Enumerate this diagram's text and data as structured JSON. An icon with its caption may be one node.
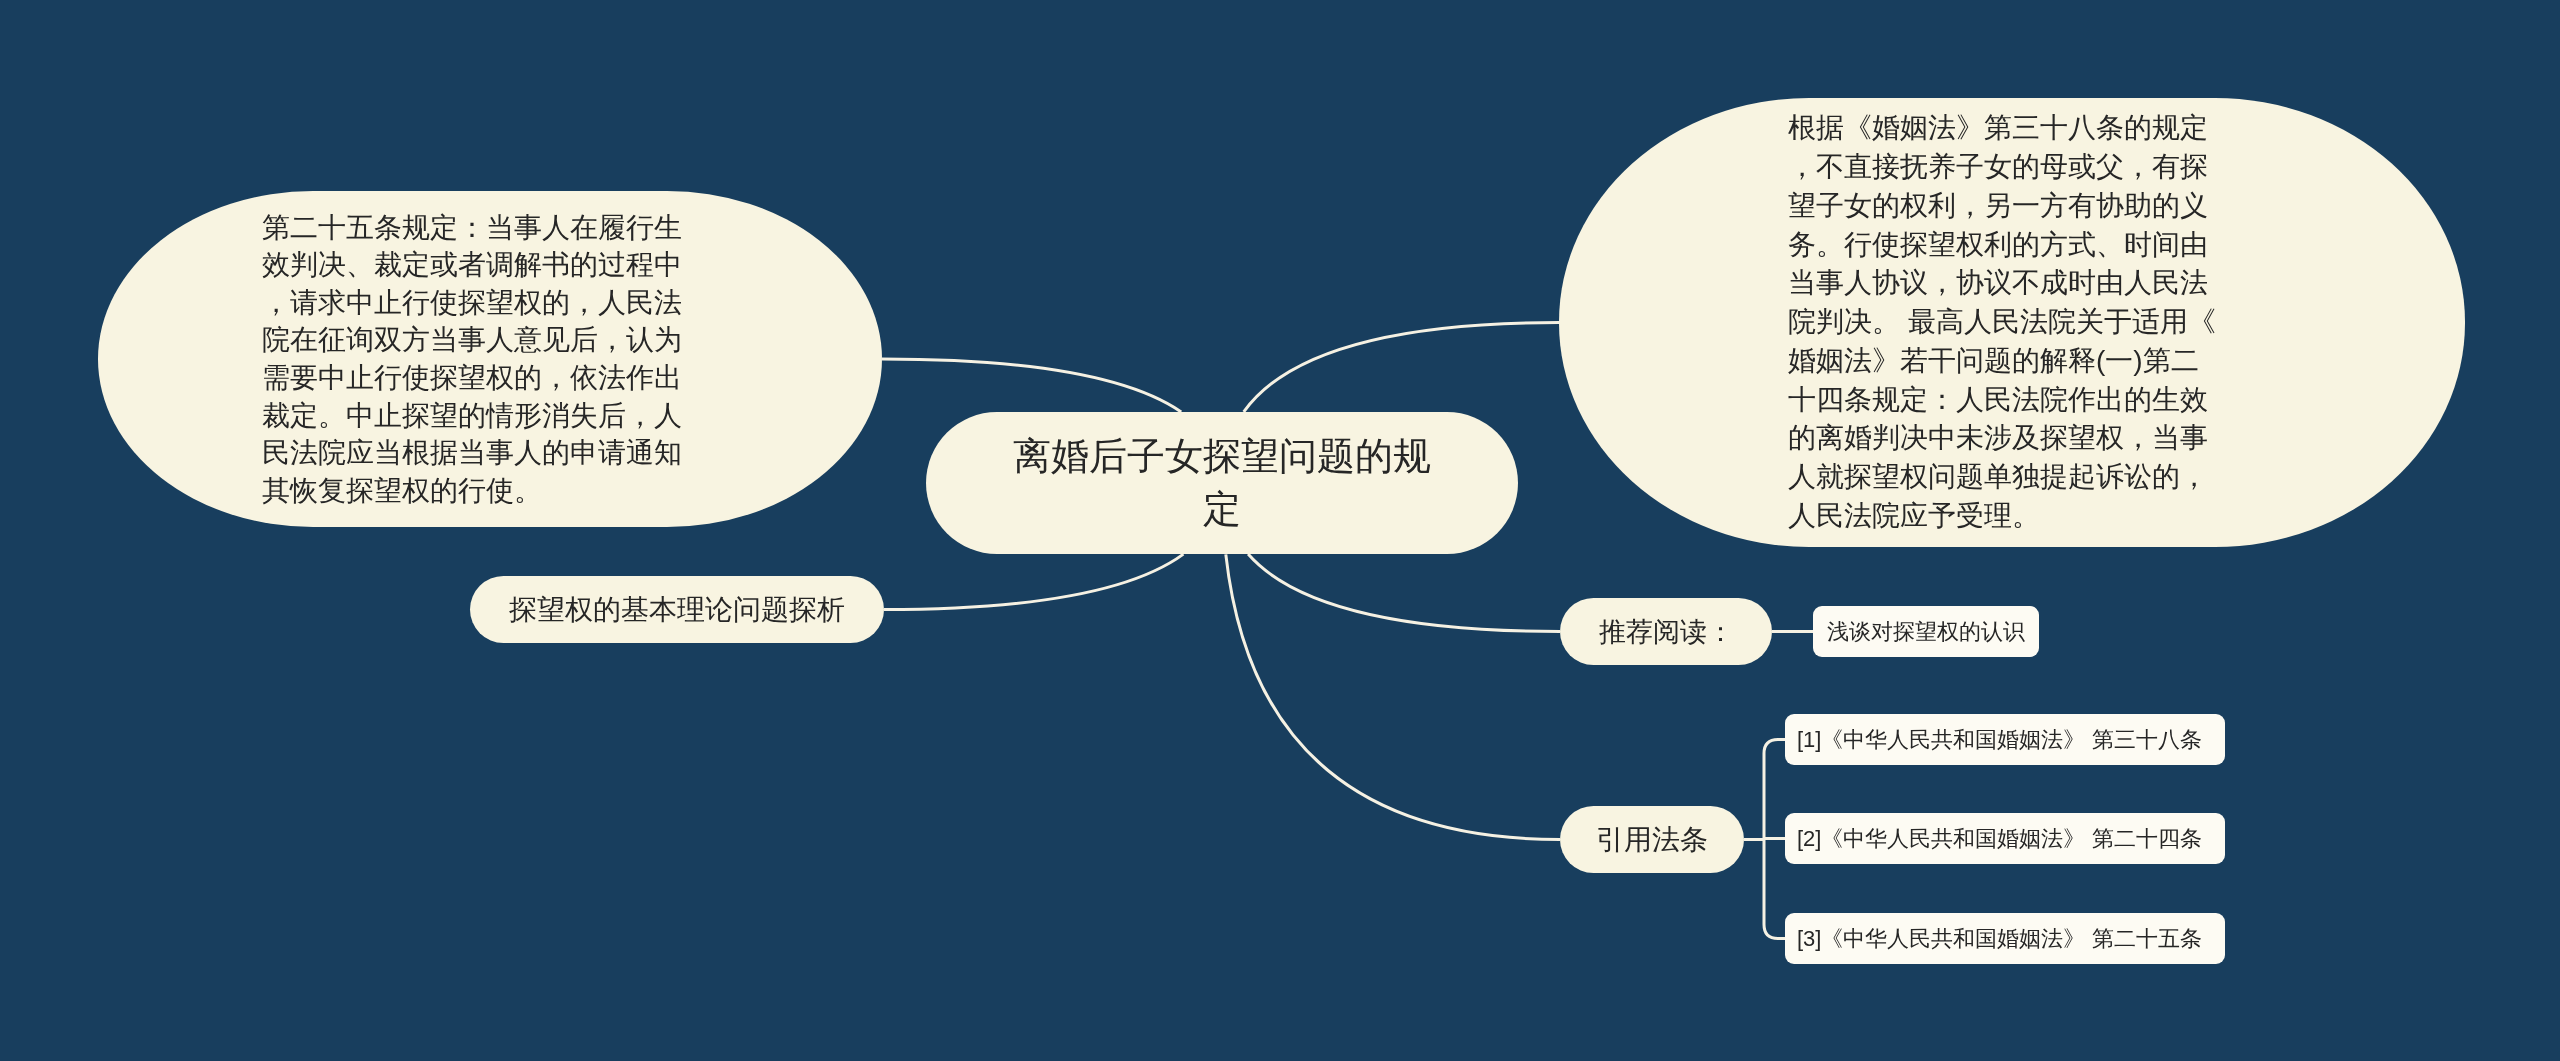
{
  "diagram": {
    "nodes": [
      {
        "text": [
          "离婚后子女探望问题的规定"
        ]
      },
      {
        "text": [
          "第二十五条规定：当事人在履行生效判决、裁定或者调解书的过程中，请求中止行使探望权的，人民法院在征询双方当事人意见后，认为需要中止行使探望权的，依法作出裁定。中止探望的情形消失后，人民法院应当根据当事人的申请通知其恢复探望权的行使。"
        ]
      },
      {
        "text": [
          "根据《婚姻法》第三十八条的规定，不直接抚养子女的母或父，有探望子女的权利，另一方有协助的义务。行使探望权利的方式、时间由当事人协议，协议不成时由人民法院判决。 最高人民法院关于适用《婚姻法》若干问题的解释(一)第二十四条规定：人民法院作出的生效的离婚判决中未涉及探望权，当事人就探望权问题单独提起诉讼的，人民法院应予受理。"
        ]
      },
      {
        "text": [
          "探望权的基本理论问题探析"
        ]
      },
      {
        "text": [
          "推荐阅读："
        ]
      },
      {
        "text": [
          "浅谈对探望权的认识"
        ]
      },
      {
        "text": [
          "引用法条"
        ]
      },
      {
        "text": [
          "[1]《中华人民共和国婚姻法》 第三十八条"
        ]
      },
      {
        "text": [
          "[2]《中华人民共和国婚姻法》 第二十四条"
        ]
      },
      {
        "text": [
          "[3]《中华人民共和国婚姻法》 第二十五条"
        ]
      }
    ],
    "edges": [
      {
        "from": 0,
        "to": 1,
        "arrow": "none"
      },
      {
        "from": 0,
        "to": 2,
        "arrow": "none"
      },
      {
        "from": 0,
        "to": 3,
        "arrow": "none"
      },
      {
        "from": 0,
        "to": 4,
        "arrow": "none"
      },
      {
        "from": 4,
        "to": 5,
        "arrow": "none"
      },
      {
        "from": 0,
        "to": 6,
        "arrow": "none"
      },
      {
        "from": 6,
        "to": 7,
        "arrow": "none"
      },
      {
        "from": 6,
        "to": 8,
        "arrow": "none"
      },
      {
        "from": 6,
        "to": 9,
        "arrow": "none"
      }
    ]
  }
}
